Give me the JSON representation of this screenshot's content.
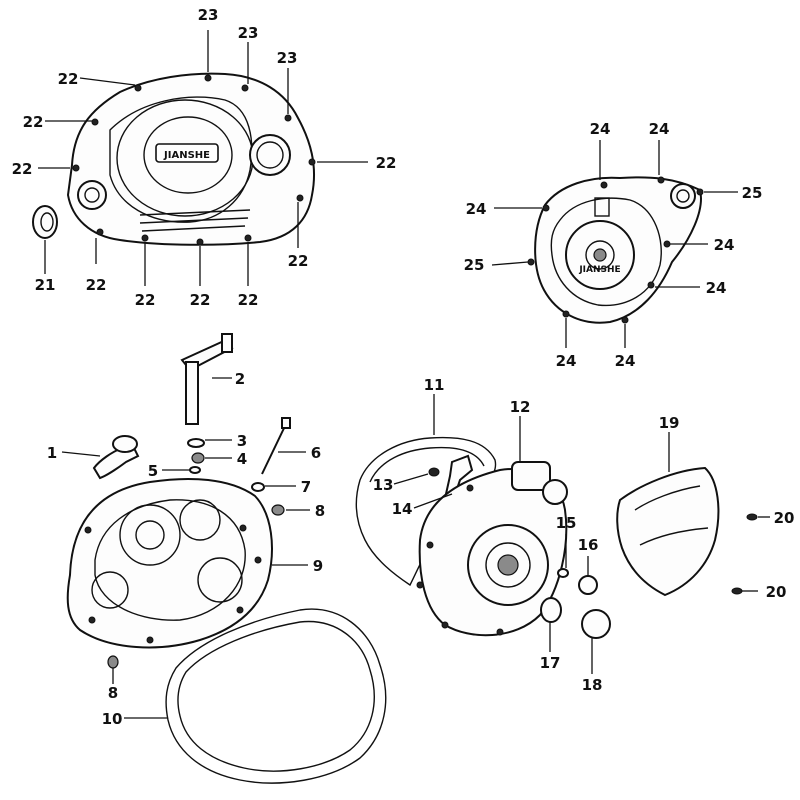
{
  "callouts": {
    "c1": "1",
    "c2": "2",
    "c3": "3",
    "c4": "4",
    "c5": "5",
    "c6": "6",
    "c7": "7",
    "c8": "8",
    "c9": "9",
    "c10": "10",
    "c11": "11",
    "c12": "12",
    "c13": "13",
    "c14": "14",
    "c15": "15",
    "c16": "16",
    "c17": "17",
    "c18": "18",
    "c19": "19",
    "c20": "20",
    "c21": "21",
    "c22": "22",
    "c23": "23",
    "c24": "24",
    "c25": "25"
  },
  "clutch_cover_logo": "JIANSHE",
  "stator_cover_logo": "JIANSHE",
  "colors": {
    "line": "#111111",
    "background": "#ffffff"
  }
}
